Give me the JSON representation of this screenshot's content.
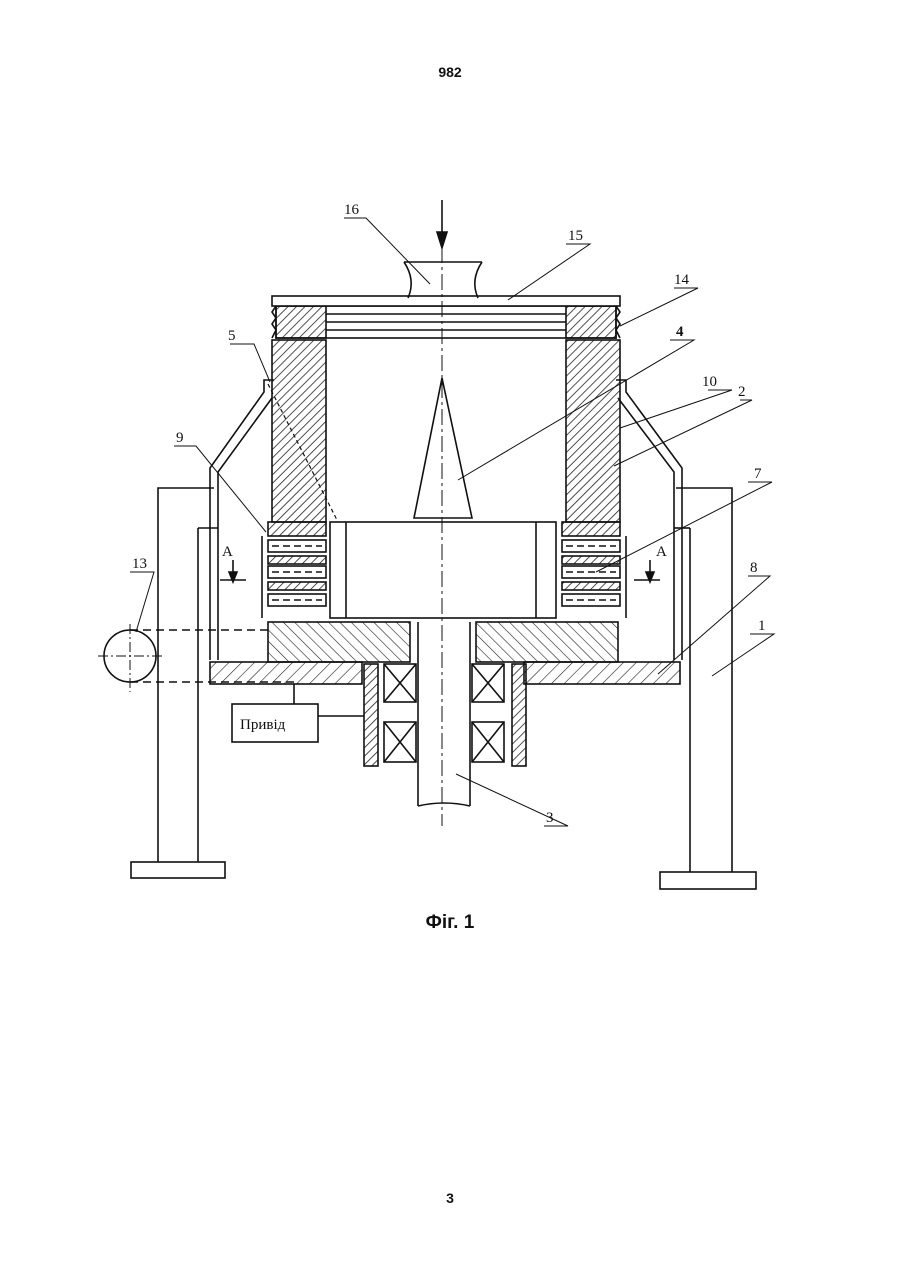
{
  "header": {
    "page_number": "982"
  },
  "figure": {
    "caption": "Фіг. 1",
    "drive_label": "Привід",
    "section_marker": "A",
    "callouts": {
      "c1": "1",
      "c2": "2",
      "c3": "3",
      "c4": "4",
      "c5": "5",
      "c7": "7",
      "c8": "8",
      "c9": "9",
      "c10": "10",
      "c13": "13",
      "c14": "14",
      "c15": "15",
      "c16": "16"
    }
  },
  "footer": {
    "page_number": "3"
  }
}
